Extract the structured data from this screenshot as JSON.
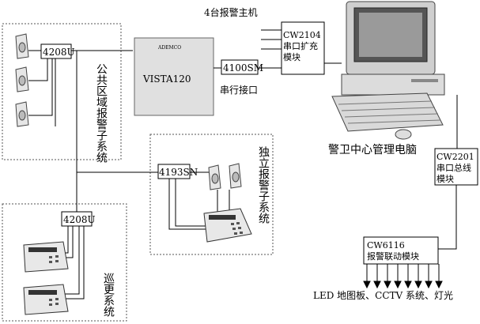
{
  "title": "4台报警主机",
  "left_box_label": "4208U",
  "left_box_label_2": "4208U",
  "vista_brand": "ADEMCO",
  "vista_label": "VISTA120",
  "box_4100": "4100SM",
  "serial_label": "串行接口",
  "cw2104": {
    "line1": "CW2104",
    "line2": "串口扩充",
    "line3": "模块"
  },
  "public_area_label": "公共区域报警子系统",
  "box_4193": "4193SN",
  "independent_label": "独立报警子系统",
  "pc_label": "警卫中心管理电脑",
  "cw2201": {
    "line1": "CW2201",
    "line2": "串口总线",
    "line3": "模块"
  },
  "cw6116": {
    "line1": "CW6116",
    "line2": "报警联动模块"
  },
  "patrol_label": "巡更系统",
  "output_label": "LED 地图板、CCTV 系统、灯光"
}
